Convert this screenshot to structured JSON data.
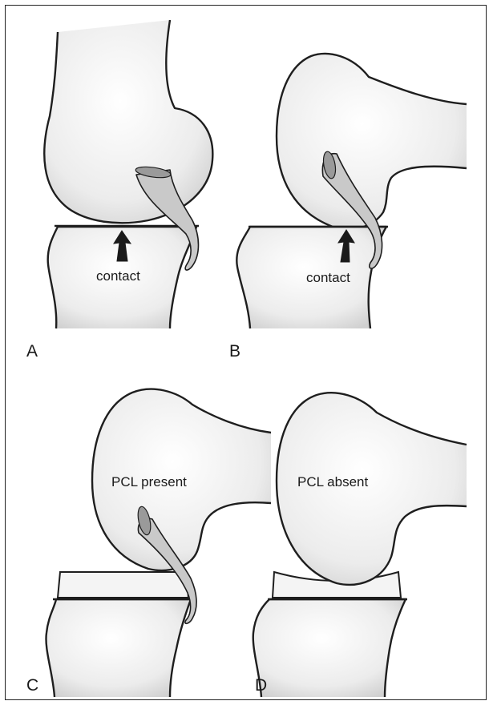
{
  "panels": {
    "a": {
      "letter": "A",
      "caption": "contact"
    },
    "b": {
      "letter": "B",
      "caption": "contact"
    },
    "c": {
      "letter": "C",
      "caption": "PCL present"
    },
    "d": {
      "letter": "D",
      "caption": "PCL absent"
    }
  },
  "colors": {
    "outline": "#1e1e1e",
    "bone_light": "#ffffff",
    "bone_shade": "#d8d8d8",
    "ligament": "#c9c9c9",
    "frame": "#222222"
  }
}
